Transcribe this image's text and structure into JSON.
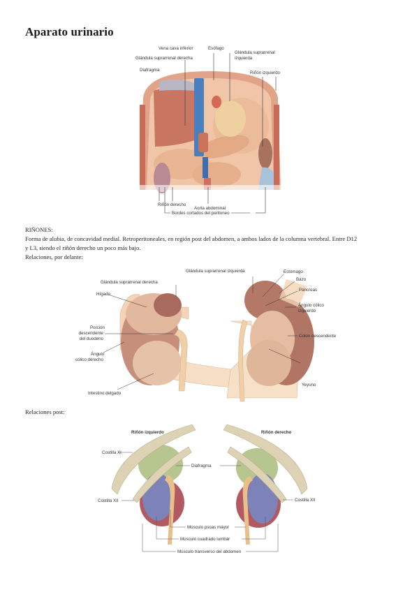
{
  "document": {
    "title": "Aparato urinario",
    "section_heading": "RIÑONES:",
    "paragraph_line1": "Forma de alubia, de concavidad medial. Retroperitoneales, en región post del abdomen, a ambos lados de la columna vertebral. Entre D12",
    "paragraph_line2": "y L3, siendo el riñón derecho un poco más bajo.",
    "relations_front": "Relaciones, por delante:",
    "relations_back": "Relaciones post:"
  },
  "figure1": {
    "labels": {
      "vena_cava": "Vena cava inferior",
      "esofago": "Esófago",
      "glandula_izq_1": "Glándula suprarrenal",
      "glandula_izq_2": "izquierda",
      "glandula_der": "Glándula suprarrenal derecha",
      "diafragma": "Diafragma",
      "rinon_izq": "Riñón izquierdo",
      "rinon_der": "Riñón derecho",
      "aorta": "Aorta abdominal",
      "bordes": "Bordes cortados del peritoneo"
    }
  },
  "figure2": {
    "left": {
      "glandula_der": "Glándula suprarrenal derecha",
      "higado": "Hígado",
      "porcion_1": "Porción",
      "porcion_2": "descendente",
      "porcion_3": "del duodeno",
      "angulo_1": "Ángulo",
      "angulo_2": "cólico derecho",
      "intestino": "Intestino delgado"
    },
    "right": {
      "glandula_izq": "Glándula suprarrenal izquierda",
      "estomago": "Estómago",
      "bazo": "Bazo",
      "pancreas": "Páncreas",
      "angulo_1": "Ángulo cólico",
      "angulo_2": "izquierdo",
      "colon": "Colon descendente",
      "yeyuno": "Yeyuno"
    }
  },
  "figure3": {
    "rinon_izq": "Riñón izquierdo",
    "rinon_der": "Riñón derecho",
    "costilla_xi": "Costilla XI",
    "costilla_xii_left": "Costilla XII",
    "costilla_xii_right": "Costilla XII",
    "diafragma": "Diafragma",
    "psoas": "Músculo psoas mayor",
    "cuadrado": "Músculo cuadrado lumbar",
    "transverso": "Músculo transverso del abdomen"
  },
  "colors": {
    "flesh": "#e9b99a",
    "kidney": "#a96f5e",
    "vein": "#4a7fbf",
    "bone": "#ddd2b4",
    "diaphragm_green": "#b7c58f",
    "muscle_blue": "#7d82b8",
    "muscle_red": "#b25a62"
  }
}
